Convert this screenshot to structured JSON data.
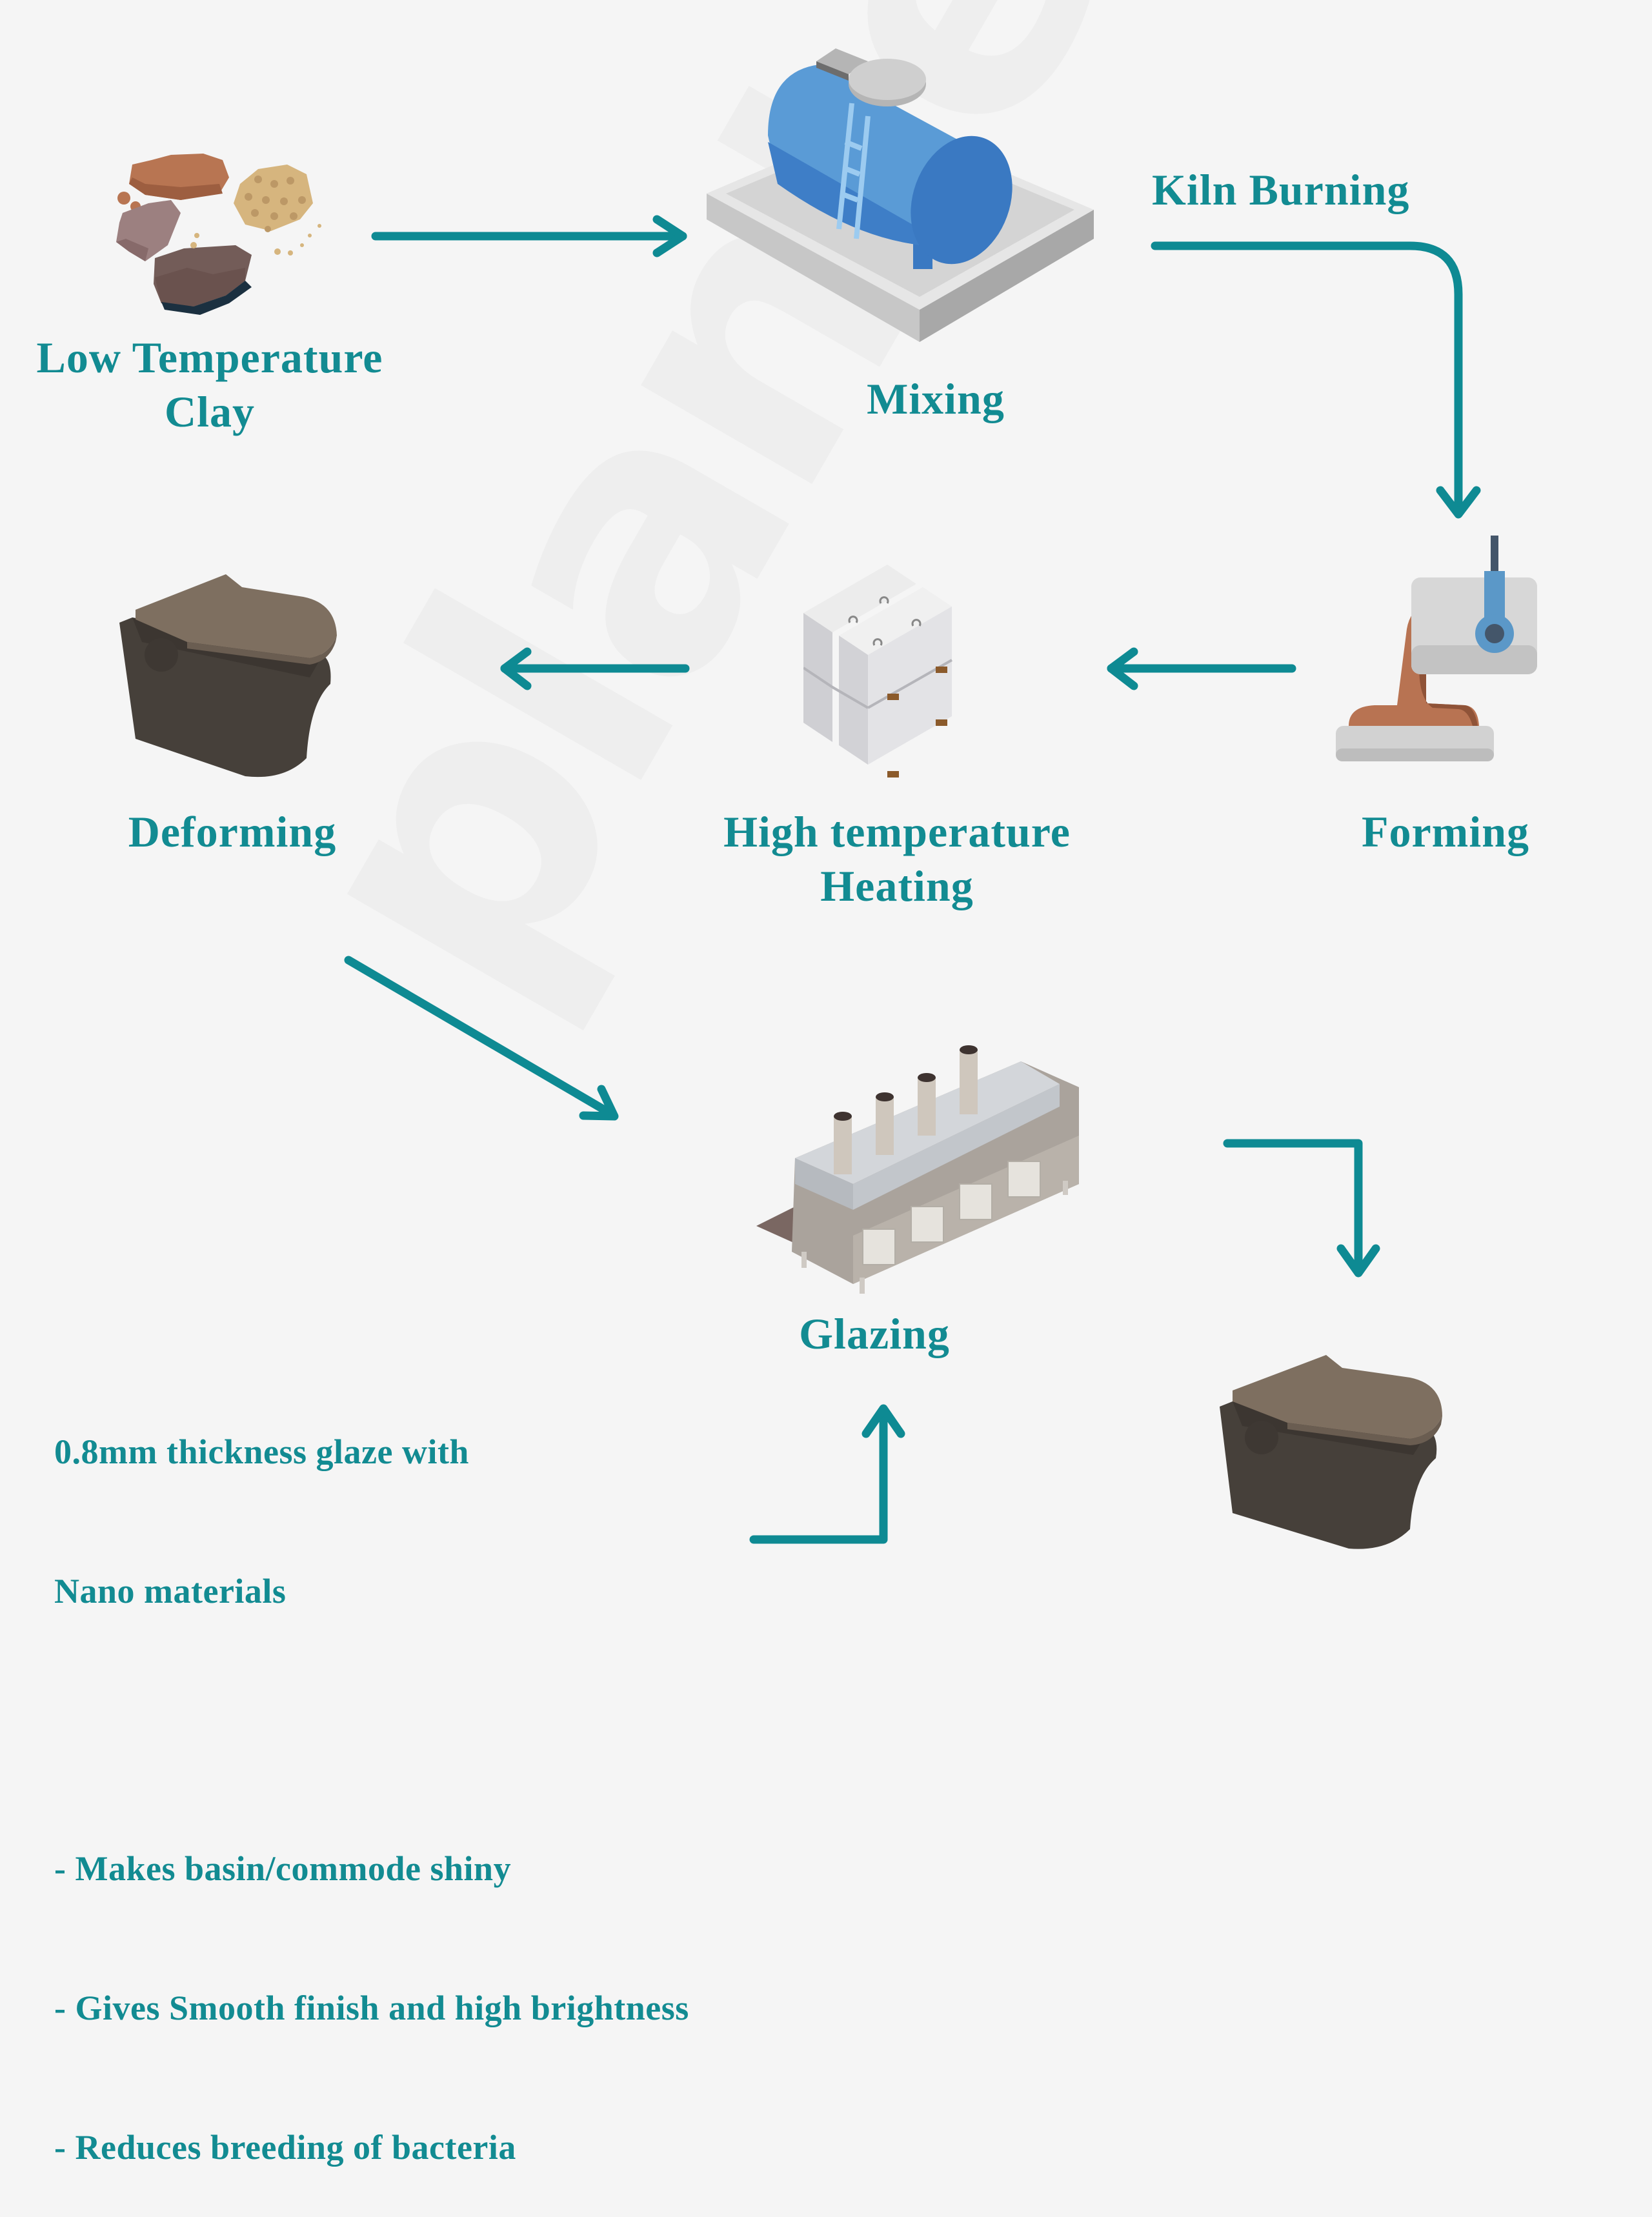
{
  "title": "Sanitaryware manufacturing process",
  "colors": {
    "accent": "#128b92",
    "arrow": "#0e8a93",
    "background": "#f5f5f5"
  },
  "watermark": "plantex",
  "steps": [
    {
      "id": "clay",
      "label_lines": [
        "Low Temperature",
        "Clay"
      ],
      "icon": "clay-rocks-icon"
    },
    {
      "id": "mixing",
      "label_lines": [
        "Mixing"
      ],
      "icon": "mixing-tank-icon"
    },
    {
      "id": "kiln",
      "label_lines": [
        "Kiln Burning"
      ],
      "icon": null
    },
    {
      "id": "forming",
      "label_lines": [
        "Forming"
      ],
      "icon": "forming-mold-icon"
    },
    {
      "id": "heating",
      "label_lines": [
        "High temperature",
        "Heating"
      ],
      "icon": "heating-blocks-icon"
    },
    {
      "id": "deforming",
      "label_lines": [
        "Deforming"
      ],
      "icon": "toilet-icon"
    },
    {
      "id": "glazing",
      "label_lines": [
        "Glazing"
      ],
      "icon": "glazing-oven-icon"
    },
    {
      "id": "final",
      "label_lines": [],
      "icon": "finished-toilet-icon"
    }
  ],
  "glaze_note": {
    "heading_lines": [
      "0.8mm thickness glaze with",
      "Nano materials"
    ],
    "bullets": [
      "- Makes basin/commode shiny",
      "- Gives Smooth finish and high brightness",
      "- Reduces breeding of bacteria"
    ]
  },
  "flow": [
    {
      "from": "clay",
      "to": "mixing"
    },
    {
      "from": "mixing",
      "to": "forming",
      "via": "kiln"
    },
    {
      "from": "forming",
      "to": "heating"
    },
    {
      "from": "heating",
      "to": "deforming"
    },
    {
      "from": "deforming",
      "to": "glazing"
    },
    {
      "from": "glaze_note",
      "to": "glazing"
    },
    {
      "from": "glazing",
      "to": "final"
    }
  ]
}
